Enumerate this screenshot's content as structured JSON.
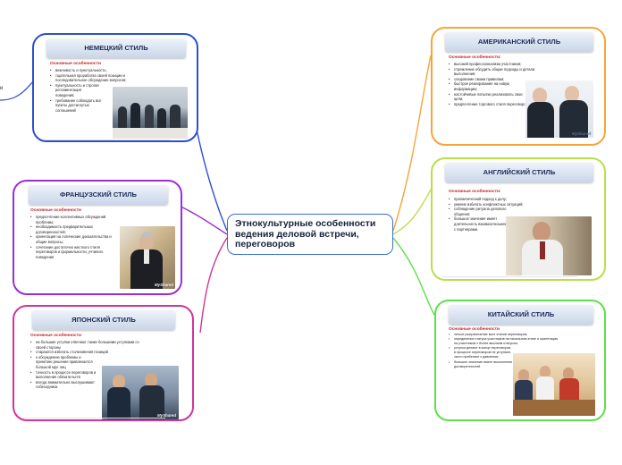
{
  "center": {
    "title": "Этнокультурные особенности ведения деловой встречи, переговоров"
  },
  "edge_text": "и",
  "styles": {
    "german": {
      "title": "НЕМЕЦКИЙ СТИЛЬ",
      "subtitle": "Основные особенности",
      "points": [
        "вежливость и пунктуальность;",
        "тщательная проработка своей позиции и последовательное обсуждение вопросов;",
        "пунктуальность и строгая регламентация поведения;",
        "требование соблюдать все пункты достигнутых соглашений"
      ],
      "color": "#2b4fd0"
    },
    "french": {
      "title": "ФРАНЦУЗСКИЙ СТИЛЬ",
      "subtitle": "Основные особенности",
      "points": [
        "предпочтение коллективных обсуждений проблемы;",
        "необходимость предварительных договоренностей;",
        "ориентация на логические доказательства и общие вопросы;",
        "сочетание достаточно жесткого стиля переговоров и формальности, учтивого поведения"
      ],
      "photo_mark": "MyShared",
      "color": "#9a2fd4"
    },
    "japanese": {
      "title": "ЯПОНСКИЙ СТИЛЬ",
      "subtitle": "Основные особенности",
      "points": [
        "на большие уступки отвечают также большими уступками со своей стороны",
        "стараются избегать столкновения позиций",
        "к обсуждению проблемы и принятию решения привлекается большой круг лиц",
        "точность в процессе переговоров и выполнение обязательств",
        "всегда внимательно выслушивают собеседника"
      ],
      "photo_mark": "MyShared",
      "color": "#d0339a"
    },
    "american": {
      "title": "АМЕРИКАНСКИЙ СТИЛЬ",
      "subtitle": "Основные особенности:",
      "points": [
        "высокий профессионализм участников;",
        "стремление обсудить общие подходы и детали выполнения;",
        "следование своим правилам;",
        "быстрое реагирование на новую информацию;",
        "настойчивые попытки реализовать свои цели;",
        "предпочтение торгового стиля переговоров"
      ],
      "photo_mark": "MyShared",
      "color": "#f5a53a"
    },
    "english": {
      "title": "АНГЛИЙСКИЙ СТИЛЬ",
      "subtitle": "Основные особенности:",
      "points": [
        "прагматический подход к делу;",
        "умение избегать конфликтных ситуаций;",
        "соблюдение ритуала делового общения;",
        "большое значение имеет длительность взаимоотношений с партнерами."
      ],
      "color": "#b8e04a"
    },
    "chinese": {
      "title": "КИТАЙСКИЙ СТИЛЬ",
      "subtitle": "Основные особенности",
      "points": [
        "четкое разграничение всех этапов переговоров;",
        "определение статуса участников на начальном этапе и ориентация на участников с более высоким статусом;",
        "уступки делают в конце переговоров, в процессе переговоров не уступают, часто прибегают к давлению;",
        "большое значение имеет выполнение договоренностей"
      ],
      "color": "#5ee04a"
    }
  }
}
